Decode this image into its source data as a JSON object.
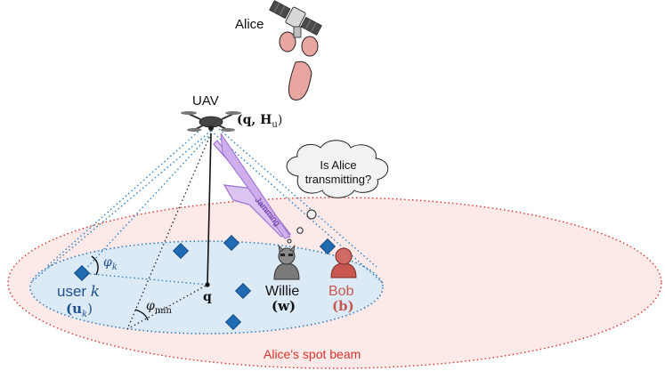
{
  "labels": {
    "alice": "Alice",
    "uav": "UAV",
    "uav_params": "(q, H",
    "uav_params_sub": "u",
    "uav_params_close": ")",
    "thought_line1": "Is Alice",
    "thought_line2": "transmitting?",
    "jamming": "Jamming",
    "phi_k": "φ",
    "phi_k_sub": "k",
    "phi_min": "φ",
    "phi_min_sub": "min",
    "q": "q",
    "user": "user ",
    "user_k": "k",
    "user_pos": "(u",
    "user_pos_sub": "k",
    "user_pos_close": ")",
    "willie": "Willie",
    "willie_pos": "(w)",
    "bob": "Bob",
    "bob_pos": "(b)",
    "spot_beam": "Alice's spot beam"
  },
  "colors": {
    "spot_beam_fill": "#fde9e7",
    "spot_beam_stroke": "#d9342b",
    "coverage_fill": "#dceaf6",
    "coverage_stroke": "#2f7fc1",
    "user_marker": "#1f6cb3",
    "bob": "#c8574f",
    "willie": "#6b6b6b",
    "jamming": "#b58adf",
    "jamming_text": "#5b2a8e",
    "beam": "#e9a6a0"
  },
  "icons": [
    "satellite-icon",
    "drone-icon",
    "thought-cloud-icon",
    "jamming-bolt-icon",
    "willie-icon",
    "bob-icon"
  ]
}
